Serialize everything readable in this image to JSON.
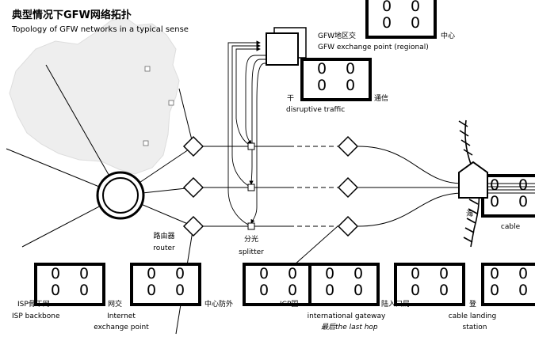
{
  "title": {
    "cn": "典型情况下GFW网络拓扑",
    "en": "Topology of GFW networks in a typical sense"
  },
  "labels": {
    "router_cn": "路由器",
    "router_en": "router",
    "splitter_cn": "分光",
    "splitter_en": "splitter",
    "gfw_exchange_cn": "GFW地区交",
    "gfw_exchange_cn2": "中心",
    "gfw_exchange_en": "GFW exchange point (regional)",
    "disruptive_cn": "干",
    "disruptive_cn2": "通信",
    "disruptive_en": "disruptive traffic",
    "cable_cn": "海",
    "cable_en": "cable",
    "isp_backbone_cn": "ISP骨干网",
    "isp_backbone_en": "ISP backbone",
    "ix_cn": "网交",
    "ix_en1": "Internet",
    "ix_en2": "exchange point",
    "datacenter_cn": "中心防外",
    "gateway_cn": "ICP国",
    "gateway_en": "international gateway",
    "last_hop_en": "the last hop",
    "last_hop_cn": "最后",
    "landing_cn1": "陆入口局",
    "landing_cn2": "登",
    "landing_en1": "cable landing",
    "landing_en2": "station"
  },
  "rack_digit": "0",
  "colors": {
    "line": "#000000",
    "map_fill": "#eeeeee",
    "background": "#ffffff"
  }
}
